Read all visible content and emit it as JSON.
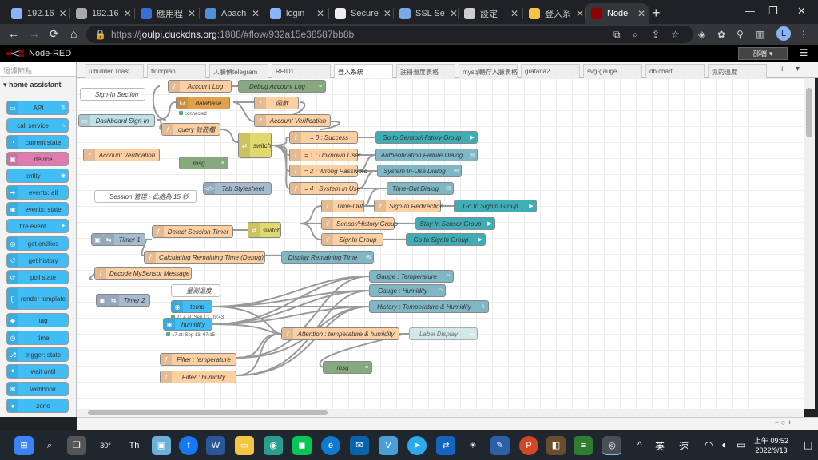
{
  "browser": {
    "tabs": [
      {
        "title": "192.16",
        "color": "#8ab4f8"
      },
      {
        "title": "192.16",
        "color": "#aaaaaa"
      },
      {
        "title": "應用程",
        "color": "#3a6fd8"
      },
      {
        "title": "Apach",
        "color": "#4f8fd8"
      },
      {
        "title": "login",
        "color": "#8ab4f8"
      },
      {
        "title": "Secure",
        "color": "#eeeeee"
      },
      {
        "title": "SSL Se",
        "color": "#7aa9e8"
      },
      {
        "title": "設定",
        "color": "#cccccc"
      },
      {
        "title": "登入系",
        "color": "#f4c542"
      },
      {
        "title": "Node",
        "color": "#8f0000"
      }
    ],
    "new_tab": "+",
    "url_scheme": "https://",
    "url_host": "joulpi.duckdns.org",
    "url_rest": ":1888/#flow/932a15e38587bb8b",
    "profile_initial": "L"
  },
  "nodered": {
    "title": "Node-RED",
    "deploy_label": "部署",
    "palette": {
      "search_placeholder": "過濾節點",
      "category": "home assistant",
      "items": [
        {
          "label": "API",
          "color": "#41bdf5",
          "right": "⇅"
        },
        {
          "label": "call service",
          "color": "#41bdf5",
          "right": "⌂"
        },
        {
          "label": "current state",
          "color": "#41bdf5",
          "left": "◔"
        },
        {
          "label": "device",
          "color": "#e07bb2",
          "left": "▣"
        },
        {
          "label": "entity",
          "color": "#41bdf5",
          "right": "◉"
        },
        {
          "label": "events: all",
          "color": "#41bdf5",
          "left": "➜"
        },
        {
          "label": "events: state",
          "color": "#41bdf5",
          "left": "◉"
        },
        {
          "label": "fire event",
          "color": "#41bdf5",
          "right": "✦"
        },
        {
          "label": "get entities",
          "color": "#41bdf5",
          "left": "◎"
        },
        {
          "label": "get history",
          "color": "#41bdf5",
          "left": "↺"
        },
        {
          "label": "poll state",
          "color": "#41bdf5",
          "left": "⟳"
        },
        {
          "label": "render template",
          "color": "#41bdf5",
          "left": "{}"
        },
        {
          "label": "tag",
          "color": "#41bdf5",
          "left": "◆"
        },
        {
          "label": "time",
          "color": "#41bdf5",
          "left": "◷"
        },
        {
          "label": "trigger: state",
          "color": "#41bdf5",
          "left": "⎇"
        },
        {
          "label": "wait until",
          "color": "#41bdf5",
          "left": "⏸"
        },
        {
          "label": "webhook",
          "color": "#41bdf5",
          "left": "⌘"
        },
        {
          "label": "zone",
          "color": "#41bdf5",
          "left": "●"
        }
      ]
    },
    "workspace_tabs": [
      "uibuilder Toast",
      "floorplan",
      "人臉偵telegram",
      "RFID1",
      "登入系統",
      "註冊溫度表格",
      "mysql轉存入臉表格",
      "grafana2",
      "svg-gauge",
      "db chart",
      "濕的溫度"
    ],
    "active_tab_index": 4,
    "comments": [
      "Sign-In Section",
      "Session 管理 - 此處為 15 秒",
      "量測溫度"
    ],
    "nodes": {
      "account_log": "Account Log",
      "debug_account_log": "Debug Account Log",
      "database": "database",
      "database_status": "connected",
      "func_node": "函數",
      "dashboard_signin": "Dashboard Sign-In",
      "account_verification": "Account Verification",
      "query_register": "query 註冊檔",
      "switch1": "switch",
      "success": "= 0 : Success",
      "unknown_user": "= 1 : Unknown User",
      "wrong_password": "= 2 : Wrong Password",
      "system_in_use": "= 4 : System In Use",
      "goto_sensor_history": "Go to Sensor/History Group",
      "auth_failure": "Authentication Failure Dialog",
      "system_in_use_dialog": "System In-Use Dialog",
      "account_verification2": "Account Verification",
      "msg": "msg",
      "tab_stylesheet": "Tab Stylesheet",
      "timeout_dialog": "Time-Out Dialog",
      "time_out": "Time-Out",
      "signin_redirection": "Sign-In Redirection",
      "goto_signin_group": "Go to SignIn Group",
      "sensor_history_group": "Sensor/History Group",
      "stay_in_sensor_group": "Stay In Sensor Group",
      "timer1": "Timer 1",
      "detect_session_timer": "Detect Session Timer",
      "switch2": "switch",
      "signin_group": "SignIn Group",
      "goto_signin_group2": "Go to SignIn Group",
      "calc_remaining": "Calculating Remaining Time (Debug)",
      "display_remaining": "Display Remaining Time",
      "decode_mysensor": "Decode MySensor Message",
      "timer2": "Timer 2",
      "temp": "temp",
      "temp_status": "21.4 at: Sep 13, 09:43",
      "humidity": "humidity",
      "humidity_status": "17 at: Sep 13, 07:15",
      "gauge_temp": "Gauge : Temperature",
      "gauge_humidity": "Gauge : Humidity",
      "history_temp_hum": "History : Temperature & Humidity",
      "attention": "Attention : temperature & humidity",
      "label_display": "Label Display",
      "filter_temp": "Filter : temperature",
      "filter_hum": "Filter : humidity",
      "msg2": "msg"
    }
  },
  "taskbar": {
    "weather": "30°",
    "ime_lang": "英",
    "ime_mode": "速",
    "time": "上午 09:52",
    "date": "2022/9/13"
  }
}
